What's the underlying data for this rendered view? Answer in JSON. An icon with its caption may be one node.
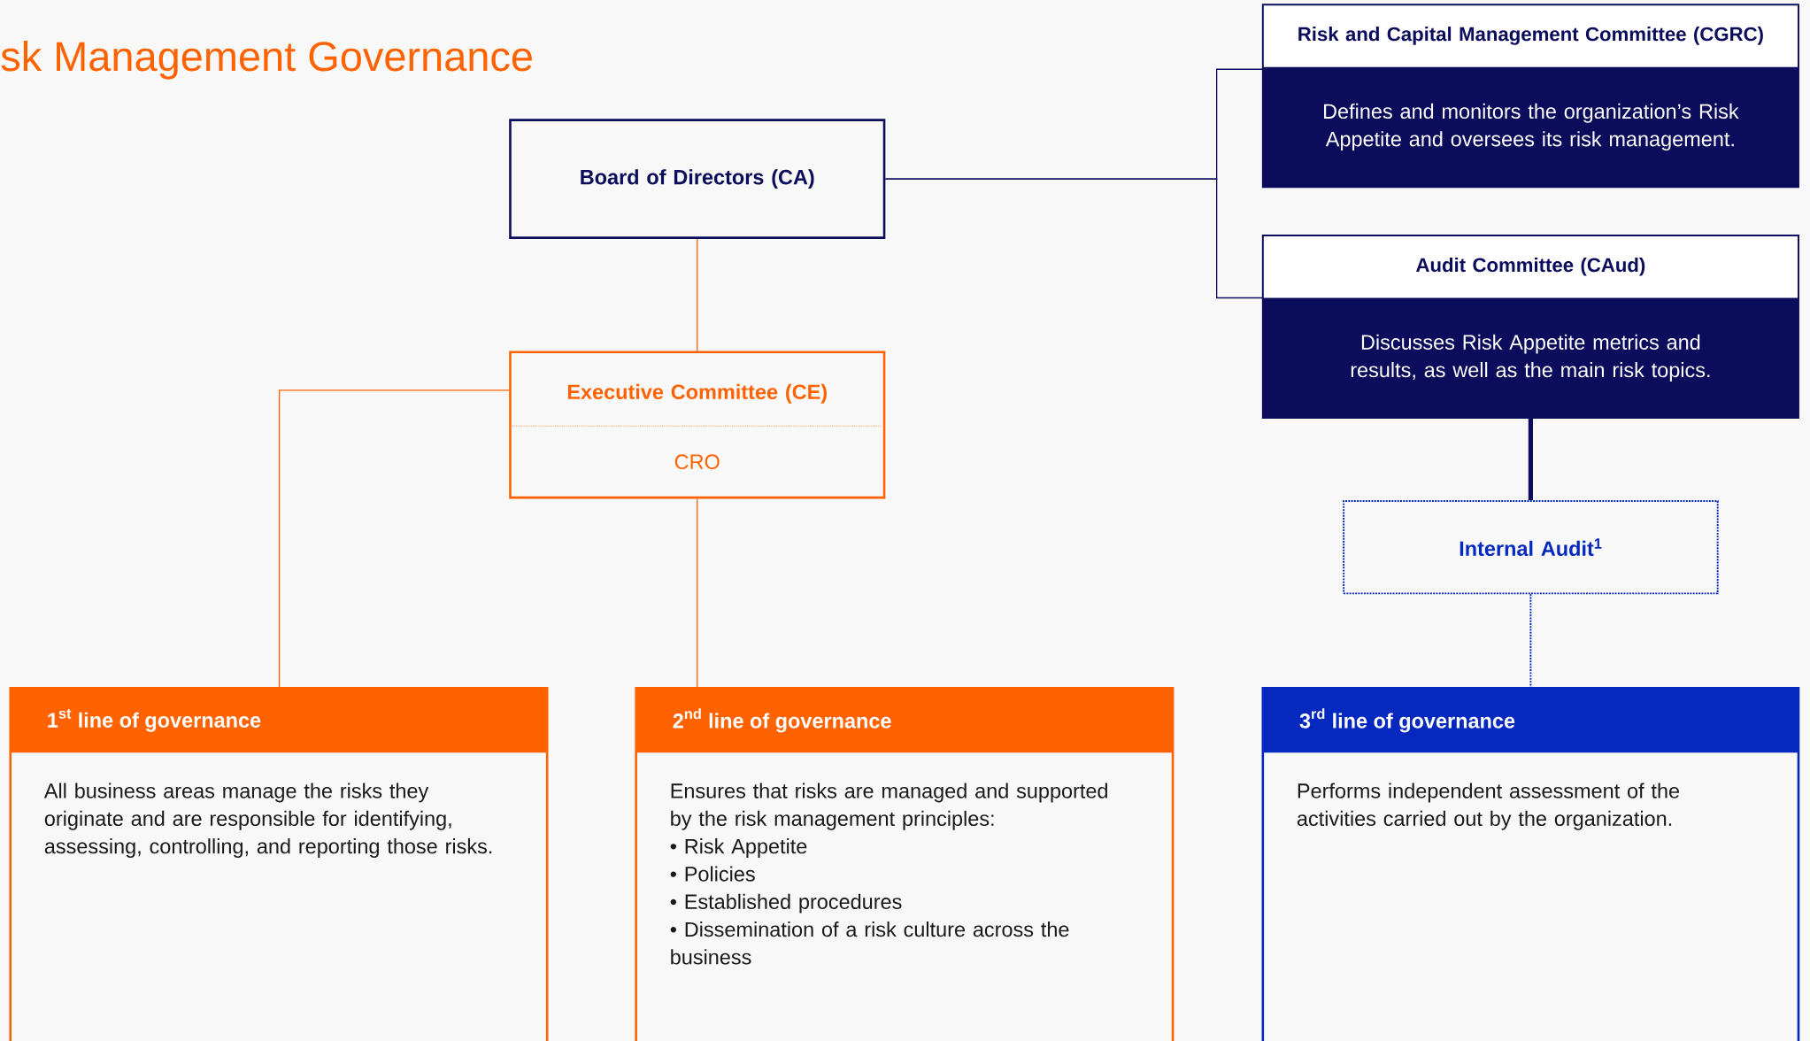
{
  "diagram": {
    "title": "sk Management Governance",
    "nodes": [
      {
        "text": [
          "Board of Directors (CA)"
        ]
      },
      {
        "text": [
          "Risk and Capital Management Committee (CGRC)",
          "Defines and monitors the organization’s Risk Appetite and oversees its risk management."
        ]
      },
      {
        "text": [
          "Audit Committee (CAud)",
          "Discusses Risk Appetite metrics and results, as well as the main risk topics."
        ]
      },
      {
        "text": [
          "Executive Committee (CE)",
          "CRO"
        ]
      },
      {
        "text": [
          "Internal Audit$^{1}$"
        ]
      },
      {
        "text": [
          "\\text{1}^{\\text{st}}\\text{ line of governance}",
          "All business areas manage the risks they originate and are responsible for identifying, assessing, controlling, and reporting those risks."
        ]
      },
      {
        "text": [
          "\\text{2}^{\\text{nd}}\\text{ line of governance}",
          "Ensures that risks are managed and supported by the risk management principles:",
          "• Risk Appetite",
          "• Policies",
          "• Established procedures",
          "• Dissemination of a risk culture across the business"
        ]
      },
      {
        "text": [
          "\\text{3}^{\\text{rd}}\\text{ line of governance}",
          "Performs independent assessment of the activities carried out by the organization."
        ]
      }
    ],
    "edges": [
      {
        "from": 0,
        "to": 1,
        "arrow": "none"
      },
      {
        "from": 0,
        "to": 2,
        "arrow": "none"
      },
      {
        "from": 0,
        "to": 3,
        "arrow": "none",
        "color": "#ff6200"
      },
      {
        "from": 3,
        "to": 5,
        "arrow": "none",
        "color": "#ff6200"
      },
      {
        "from": 3,
        "to": 6,
        "arrow": "none",
        "color": "#ff6200"
      },
      {
        "from": 2,
        "to": 4,
        "arrow": "none",
        "style": "thick"
      },
      {
        "from": 4,
        "to": 7,
        "arrow": "none",
        "style": "dashed",
        "color": "#0528bf"
      }
    ]
  }
}
